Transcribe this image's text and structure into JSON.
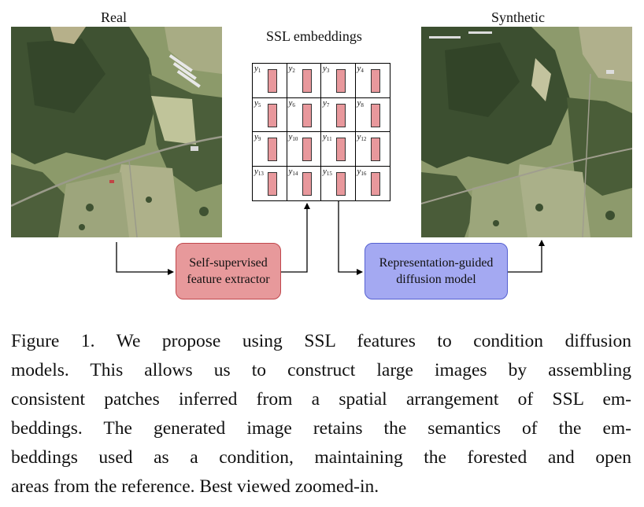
{
  "figure": {
    "real_label": "Real",
    "synthetic_label": "Synthetic",
    "embeddings_label": "SSL embeddings",
    "embeddings": [
      {
        "var": "y",
        "index": "1"
      },
      {
        "var": "y",
        "index": "2"
      },
      {
        "var": "y",
        "index": "3"
      },
      {
        "var": "y",
        "index": "4"
      },
      {
        "var": "y",
        "index": "5"
      },
      {
        "var": "y",
        "index": "6"
      },
      {
        "var": "y",
        "index": "7"
      },
      {
        "var": "y",
        "index": "8"
      },
      {
        "var": "y",
        "index": "9"
      },
      {
        "var": "y",
        "index": "10"
      },
      {
        "var": "y",
        "index": "11"
      },
      {
        "var": "y",
        "index": "12"
      },
      {
        "var": "y",
        "index": "13"
      },
      {
        "var": "y",
        "index": "14"
      },
      {
        "var": "y",
        "index": "15"
      },
      {
        "var": "y",
        "index": "16"
      }
    ],
    "extractor_box": {
      "line1": "Self-supervised",
      "line2": "feature extractor",
      "color": "#e7999b"
    },
    "diffusion_box": {
      "line1": "Representation-guided",
      "line2": "diffusion model",
      "color": "#a4a9f2"
    }
  },
  "caption": {
    "lines": [
      "Figure 1.  We propose using SSL features to condition diffusion",
      "models.  This allows us to construct large images by assembling",
      "consistent patches inferred from a spatial arrangement of SSL em-",
      "beddings.  The generated image retains the semantics of the em-",
      "beddings used as a condition, maintaining the forested and open",
      "areas from the reference.  Best viewed zoomed-in."
    ]
  }
}
